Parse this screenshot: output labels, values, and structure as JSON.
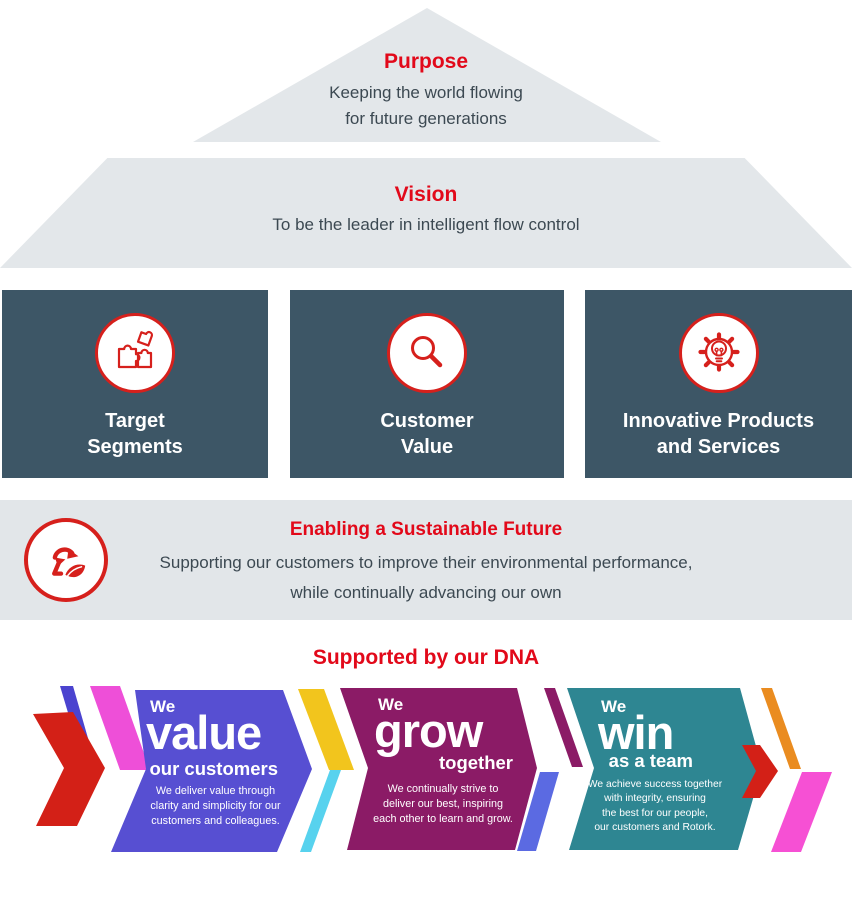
{
  "pyramid": {
    "purpose": {
      "title": "Purpose",
      "subtitle": "Keeping the world flowing\nfor future generations"
    },
    "vision": {
      "title": "Vision",
      "subtitle": "To be the leader in intelligent flow control"
    }
  },
  "pillars": [
    {
      "label": "Target\nSegments",
      "icon": "puzzle-icon"
    },
    {
      "label": "Customer\nValue",
      "icon": "magnifier-icon"
    },
    {
      "label": "Innovative Products\nand Services",
      "icon": "gear-bulb-icon"
    }
  ],
  "sustainability": {
    "title": "Enabling a Sustainable Future",
    "subtitle": "Supporting our customers to improve their environmental performance,\nwhile continually advancing our own",
    "icon": "recycle-leaf-icon"
  },
  "dna": {
    "title": "Supported by our DNA",
    "banners": [
      {
        "prefix": "We",
        "word": "value",
        "suffix": "our customers",
        "body": "We deliver value through\nclarity and simplicity for our\ncustomers and colleagues.",
        "color": "#574fd2"
      },
      {
        "prefix": "We",
        "word": "grow",
        "suffix": "together",
        "body": "We continually strive to\ndeliver our best, inspiring\neach other to learn and grow.",
        "color": "#8b1b66"
      },
      {
        "prefix": "We",
        "word": "win",
        "suffix": "as a team",
        "body": "We achieve success together\nwith integrity, ensuring\nthe best for our people,\nour customers and Rotork.",
        "color": "#2e8692"
      }
    ]
  },
  "colors": {
    "heading_red": "#e2091a",
    "icon_red": "#d6201c",
    "pyramid_grey": "#e3e7ea",
    "pillar_slate": "#3d5666",
    "body_text": "#3c4952",
    "chevron_red": "#d32017",
    "stripe_blue": "#4b43cf",
    "stripe_magenta": "#ee4fd8",
    "stripe_yellow": "#f2c51d",
    "stripe_cyan": "#57d2ee",
    "stripe_periwinkle": "#5b6ae2",
    "stripe_orange": "#ea8c20",
    "stripe_pink": "#f650d4"
  }
}
